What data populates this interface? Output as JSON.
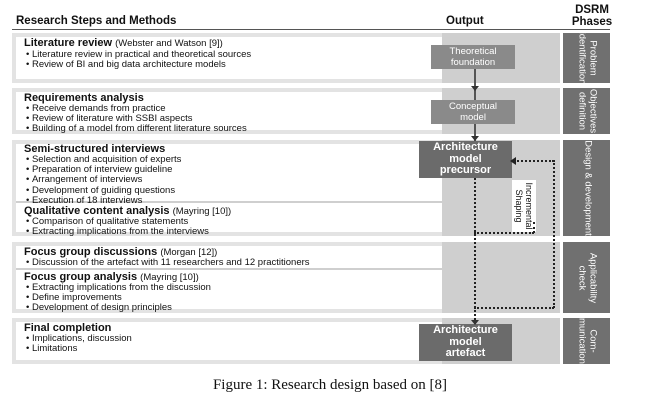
{
  "header": {
    "steps": "Research Steps and Methods",
    "output": "Output",
    "phases": "DSRM\nPhases"
  },
  "sections": [
    {
      "blocks": [
        {
          "title": "Literature review",
          "ref": "(Webster and Watson [9])",
          "bullets": [
            "Literature review in practical and theoretical sources",
            "Review of BI and big data architecture models"
          ]
        }
      ],
      "output": "Theoretical\nfoundation",
      "phase": "Problem\nidentification"
    },
    {
      "blocks": [
        {
          "title": "Requirements analysis",
          "ref": "",
          "bullets": [
            "Receive demands from practice",
            "Review of literature with SSBI aspects",
            "Building of a model from different literature sources"
          ]
        }
      ],
      "output": "Conceptual\nmodel",
      "phase": "Objectives\ndefinition"
    },
    {
      "blocks": [
        {
          "title": "Semi-structured interviews",
          "ref": "",
          "bullets": [
            "Selection and acquisition of experts",
            "Preparation of interview guideline",
            "Arrangement of interviews",
            "Development of guiding questions",
            "Execution of 18 interviews"
          ]
        },
        {
          "title": "Qualitative content analysis",
          "ref": "(Mayring [10])",
          "bullets": [
            "Comparison of qualitative statements",
            "Extracting implications from the interviews"
          ]
        }
      ],
      "output": "Architecture\nmodel\nprecursor",
      "side_label": "Incremental\nShaping",
      "phase": "Design & development"
    },
    {
      "blocks": [
        {
          "title": "Focus group discussions",
          "ref": "(Morgan [12])",
          "bullets": [
            "Discussion of the artefact with 11 researchers and 12 practitioners"
          ]
        },
        {
          "title": "Focus group analysis",
          "ref": "(Mayring [10])",
          "bullets": [
            "Extracting implications from the discussion",
            "Define improvements",
            "Development of design principles"
          ]
        }
      ],
      "phase": "Applicability\ncheck"
    },
    {
      "blocks": [
        {
          "title": "Final completion",
          "ref": "",
          "bullets": [
            "Implications, discussion",
            "Limitations"
          ]
        }
      ],
      "output": "Architecture\nmodel\nartefact",
      "phase": "Com-\nmunication"
    }
  ],
  "caption": "Figure 1: Research design based on [8]"
}
